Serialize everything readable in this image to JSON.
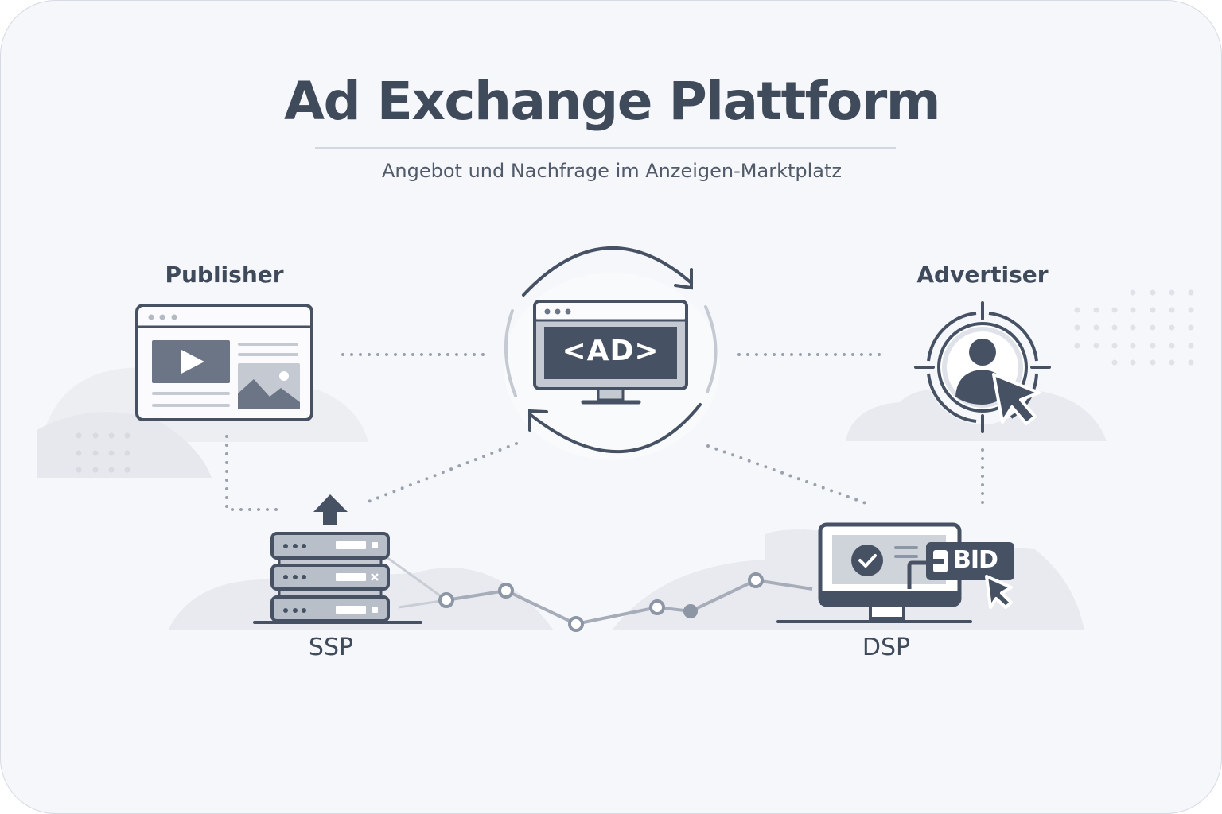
{
  "header": {
    "title": "Ad Exchange Plattform",
    "subtitle": "Angebot und Nachfrage im Anzeigen-Marktplatz"
  },
  "nodes": {
    "publisher": {
      "label": "Publisher",
      "icon": "browser-window-media-icon"
    },
    "exchange": {
      "label": "<AD>",
      "icon": "monitor-ad-exchange-icon"
    },
    "advertiser": {
      "label": "Advertiser",
      "icon": "target-user-cursor-icon"
    },
    "ssp": {
      "label": "SSP",
      "icon": "server-rack-upload-icon"
    },
    "dsp": {
      "label": "DSP",
      "icon": "monitor-bid-icon",
      "badge": "BID"
    }
  },
  "colors": {
    "background": "#f6f7fb",
    "primary": "#3f4a5a",
    "icon_dark": "#465263",
    "icon_mid": "#6b7585",
    "icon_light": "#c4c9d2",
    "dots": "#9aa1ad",
    "decor": "#e8eaef"
  },
  "connections": [
    {
      "from": "publisher",
      "to": "exchange",
      "style": "dotted"
    },
    {
      "from": "exchange",
      "to": "advertiser",
      "style": "dotted"
    },
    {
      "from": "publisher",
      "to": "ssp",
      "style": "dotted"
    },
    {
      "from": "exchange",
      "to": "ssp",
      "style": "dotted"
    },
    {
      "from": "exchange",
      "to": "dsp",
      "style": "dotted"
    },
    {
      "from": "advertiser",
      "to": "dsp",
      "style": "dotted"
    },
    {
      "from": "ssp",
      "to": "dsp",
      "style": "line-chart"
    }
  ]
}
